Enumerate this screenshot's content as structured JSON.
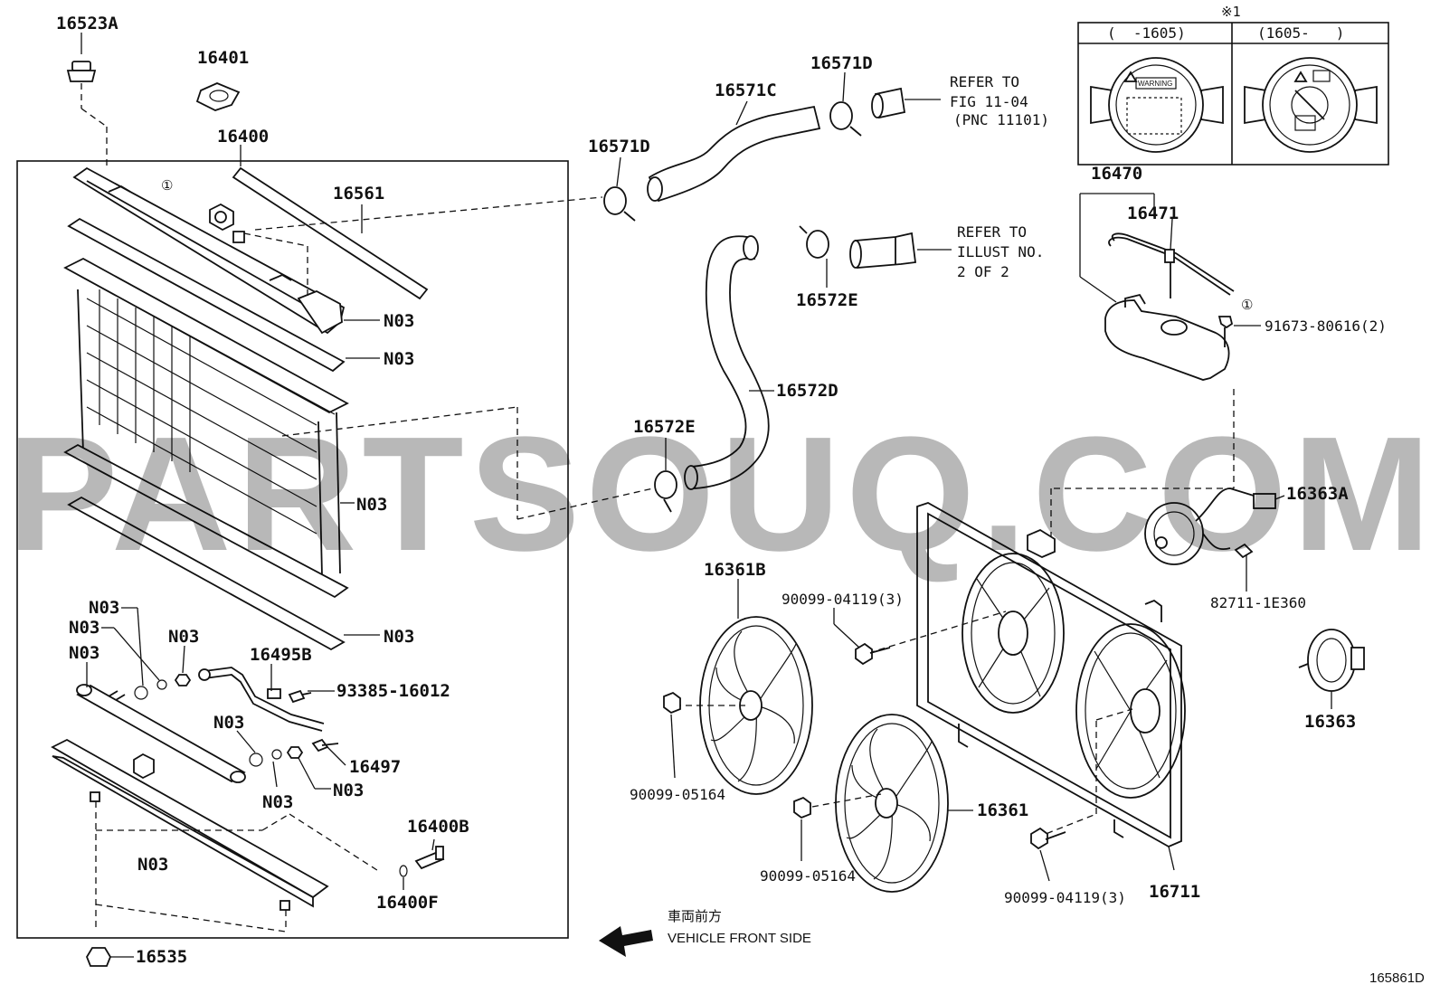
{
  "labels": {
    "p16523a": "16523A",
    "p16401": "16401",
    "p16400": "16400",
    "p16561": "16561",
    "n03_a": "N03",
    "n03_b": "N03",
    "n03_c": "N03",
    "n03_d": "N03",
    "n03_e": "N03",
    "n03_f": "N03",
    "n03_g": "N03",
    "n03_h": "N03",
    "n03_i": "N03",
    "n03_j": "N03",
    "n03_k": "N03",
    "n03_l": "N03",
    "p16495b": "16495B",
    "p93385": "93385-16012",
    "p16497": "16497",
    "p16400b": "16400B",
    "p16400f": "16400F",
    "p16535": "16535",
    "p16571c": "16571C",
    "p16571d_a": "16571D",
    "p16571d_b": "16571D",
    "p16572e_a": "16572E",
    "p16572e_b": "16572E",
    "p16572d": "16572D",
    "p16470": "16470",
    "p16471": "16471",
    "p91673": "91673-80616(2)",
    "p16363a": "16363A",
    "p82711": "82711-1E360",
    "p16363": "16363",
    "p16361b": "16361B",
    "p16361": "16361",
    "p16711": "16711",
    "p90099_04119_a": "90099-04119(3)",
    "p90099_04119_b": "90099-04119(3)",
    "p90099_05164_a": "90099-05164",
    "p90099_05164_b": "90099-05164",
    "circle1_a": "①",
    "circle1_b": "①",
    "fig_id": "165861D"
  },
  "refer1": {
    "line1": "REFER TO",
    "line2": "FIG 11-04",
    "line3": "(PNC 11101)"
  },
  "refer2": {
    "line1": "REFER TO",
    "line2": "ILLUST NO.",
    "line3": "2 OF 2"
  },
  "inset": {
    "mark": "※1",
    "left_header": "(  -1605)",
    "right_header": "(1605-   )",
    "warning_text": "WARNING"
  },
  "direction": {
    "jp": "車両前方",
    "en": "VEHICLE FRONT SIDE"
  },
  "watermark": "PARTSOUQ.COM"
}
